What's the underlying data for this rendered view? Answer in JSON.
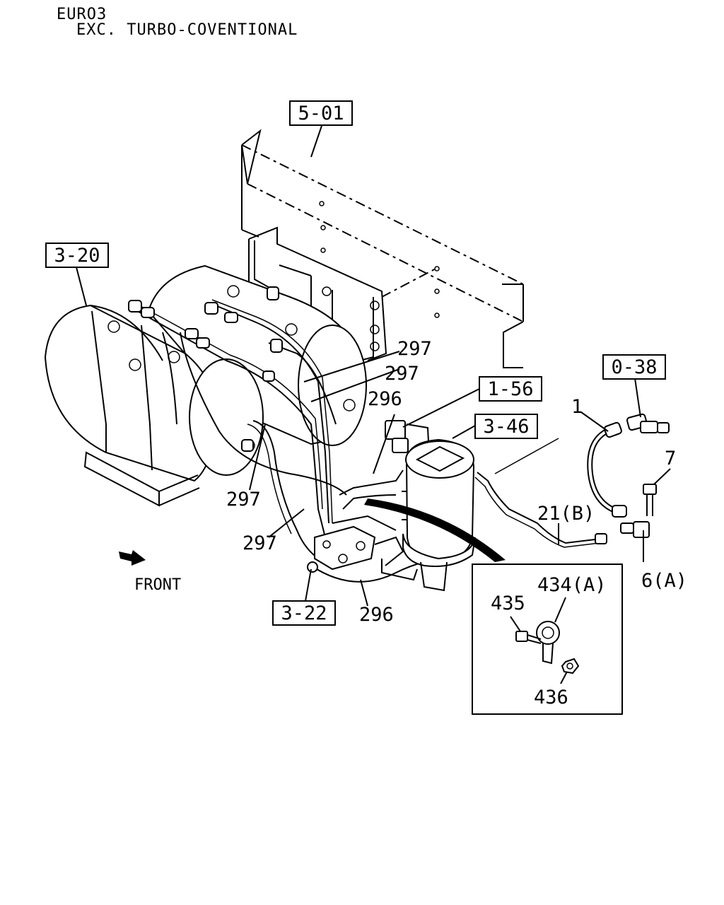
{
  "header": {
    "line1": "EURO3",
    "line2": "EXC. TURBO-COVENTIONAL"
  },
  "ref_boxes": {
    "frame": "5-01",
    "tanks": "3-20",
    "valve": "1-56",
    "dryer": "3-46",
    "coupling": "0-38",
    "manifold": "3-22"
  },
  "part_labels": {
    "pipe_297_a": "297",
    "pipe_297_b": "297",
    "pipe_296_a": "296",
    "pipe_297_c": "297",
    "pipe_297_d": "297",
    "pipe_296_b": "296",
    "hose_1": "1",
    "bolt_7": "7",
    "pipe_21b": "21(B)",
    "connector_6a": "6(A)",
    "clip_434a": "434(A)",
    "bolt_435": "435",
    "nut_436": "436"
  },
  "direction": {
    "front_label": "FRONT"
  }
}
